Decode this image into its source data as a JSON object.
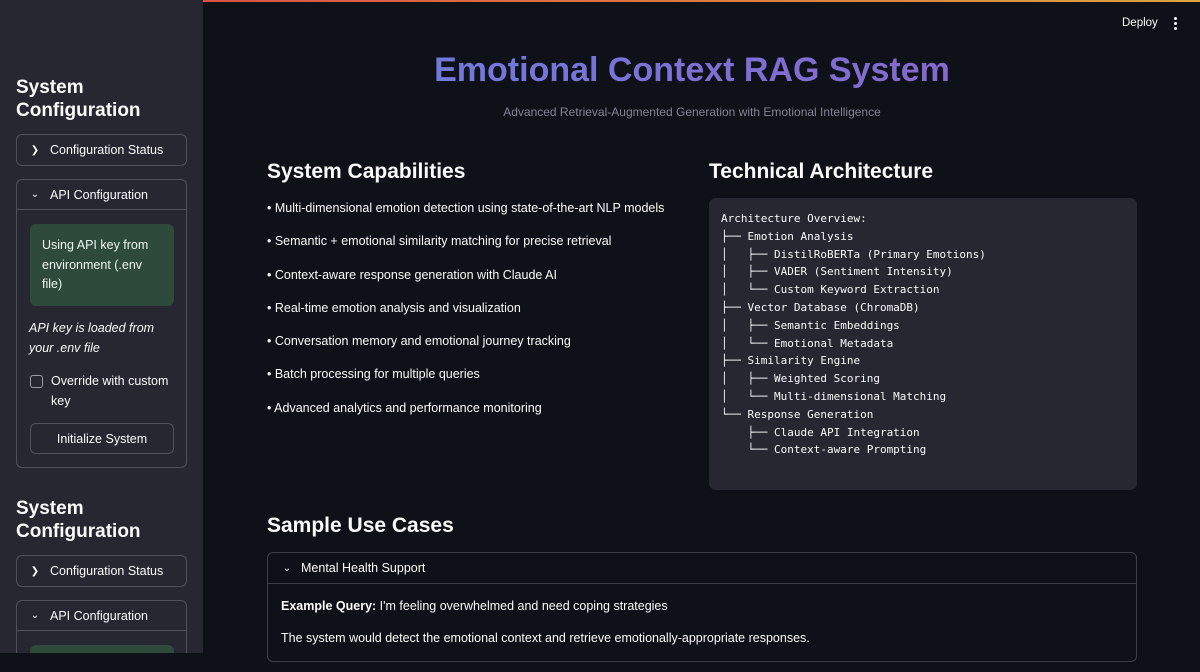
{
  "header": {
    "deploy_label": "Deploy",
    "menu_icon": "kebab-menu-icon"
  },
  "sidebar": {
    "heading": "System Configuration",
    "config_status_label": "Configuration Status",
    "api_config_label": "API Configuration",
    "success_message": "Using API key from environment (.env file)",
    "api_note": "API key is loaded from your .env file",
    "override_label": "Override with custom key",
    "override_checked": false,
    "initialize_label": "Initialize System",
    "second_heading": "System Configuration",
    "second_config_status_label": "Configuration Status",
    "second_api_config_label": "API Configuration"
  },
  "main": {
    "title": "Emotional Context RAG System",
    "subtitle": "Advanced Retrieval-Augmented Generation with Emotional Intelligence",
    "capabilities": {
      "heading": "System Capabilities",
      "items": [
        "• Multi-dimensional emotion detection using state-of-the-art NLP models",
        "• Semantic + emotional similarity matching for precise retrieval",
        "• Context-aware response generation with Claude AI",
        "• Real-time emotion analysis and visualization",
        "• Conversation memory and emotional journey tracking",
        "• Batch processing for multiple queries",
        "• Advanced analytics and performance monitoring"
      ]
    },
    "architecture": {
      "heading": "Technical Architecture",
      "code": "Architecture Overview:\n├── Emotion Analysis\n│   ├── DistilRoBERTa (Primary Emotions)\n│   ├── VADER (Sentiment Intensity)\n│   └── Custom Keyword Extraction\n├── Vector Database (ChromaDB)\n│   ├── Semantic Embeddings\n│   └── Emotional Metadata\n├── Similarity Engine\n│   ├── Weighted Scoring\n│   └── Multi-dimensional Matching\n└── Response Generation\n    ├── Claude API Integration\n    └── Context-aware Prompting"
    },
    "use_cases": {
      "heading": "Sample Use Cases",
      "expander_label": "Mental Health Support",
      "example_label": "Example Query:",
      "example_query": " I'm feeling overwhelmed and need coping strategies",
      "description": "The system would detect the emotional context and retrieve emotionally-appropriate responses."
    }
  },
  "colors": {
    "background": "#0e1117",
    "sidebar": "#262730",
    "success_bg": "#2e4a3b",
    "title_gradient_start": "#6a7fe0",
    "title_gradient_end": "#8c63c9"
  }
}
